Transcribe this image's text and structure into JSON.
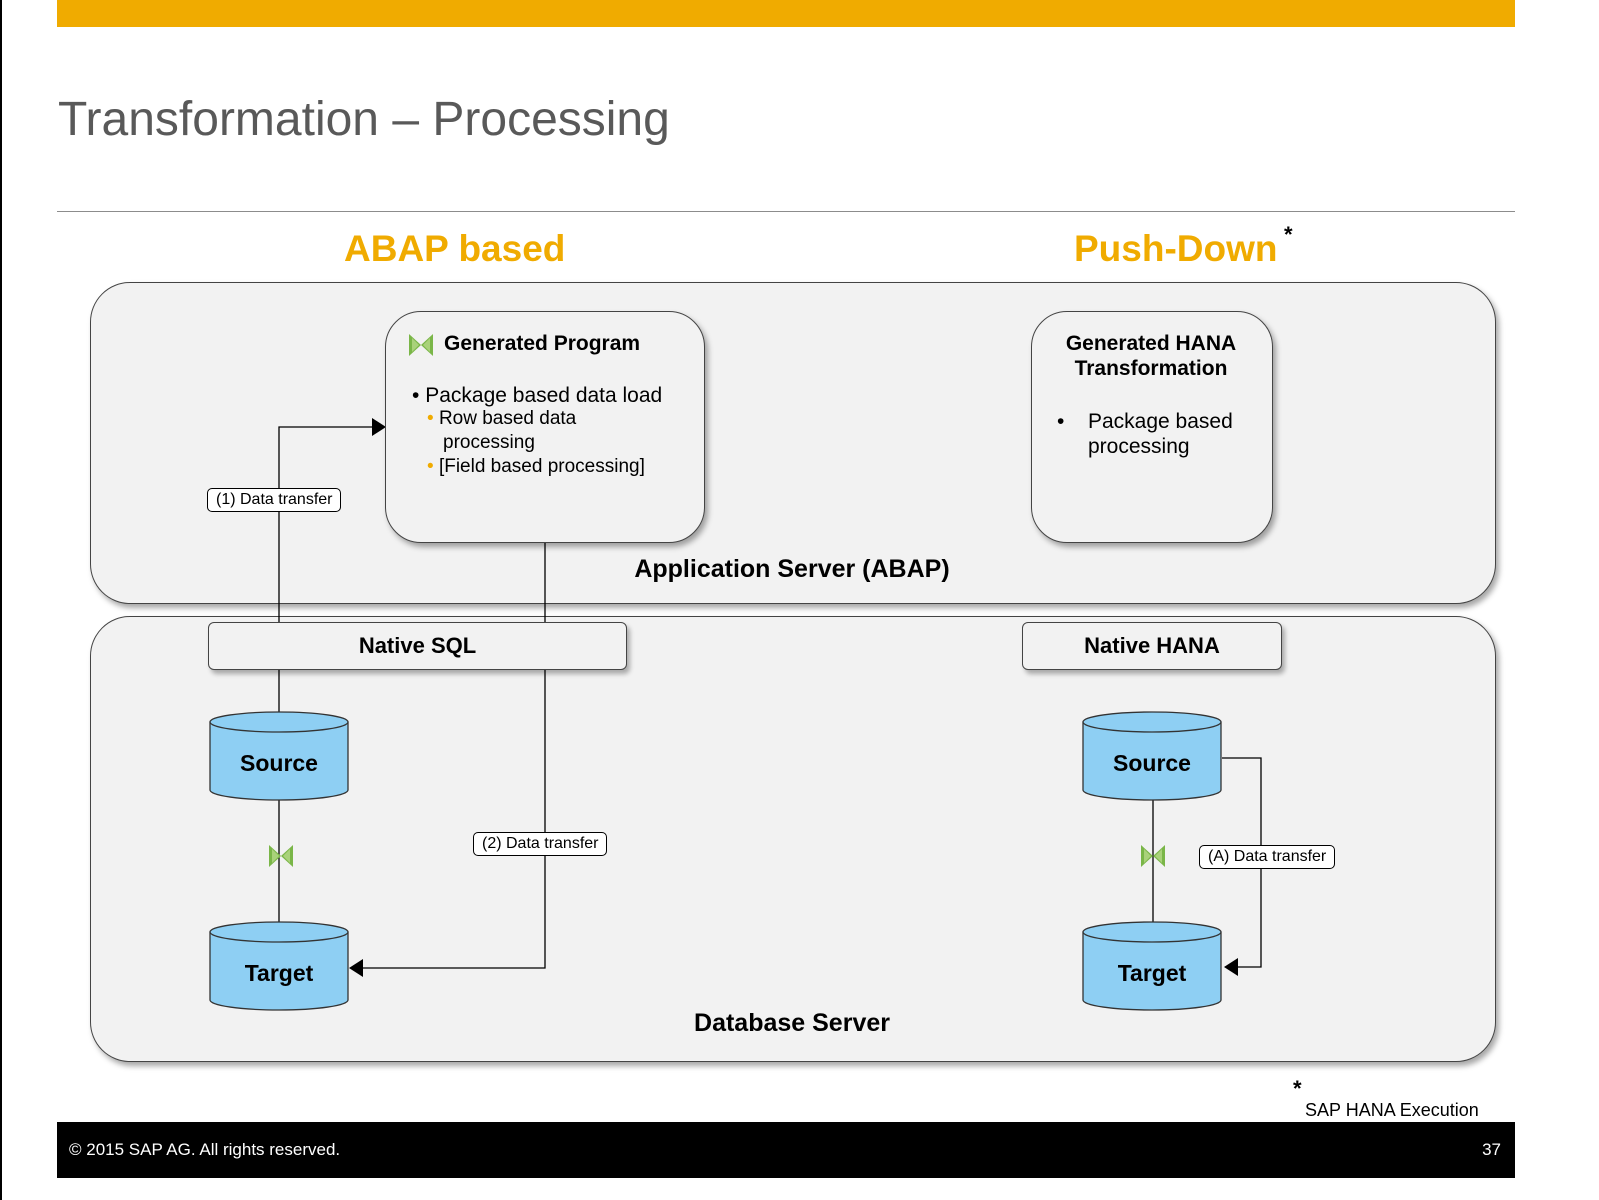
{
  "title": "Transformation – Processing",
  "sections": {
    "left_heading": "ABAP based",
    "right_heading": "Push-Down",
    "right_heading_mark": "*"
  },
  "app_server": {
    "label": "Application Server (ABAP)",
    "generated_program": {
      "title": "Generated Program",
      "bullet": "Package based data load",
      "sub_bullets": [
        "Row based data",
        "processing",
        "[Field based processing]"
      ]
    },
    "generated_hana": {
      "title_line1": "Generated HANA",
      "title_line2": "Transformation",
      "bullet_line1": "Package based",
      "bullet_line2": "processing"
    }
  },
  "db_server": {
    "label": "Database Server",
    "native_sql": "Native SQL",
    "native_hana": "Native HANA",
    "left_source": "Source",
    "left_target": "Target",
    "right_source": "Source",
    "right_target": "Target"
  },
  "transfers": {
    "t1": "(1) Data transfer",
    "t2": "(2) Data transfer",
    "tA": "(A) Data transfer"
  },
  "footnote": {
    "mark": "*",
    "text": "SAP HANA  Execution"
  },
  "footer": {
    "copyright": "©  2015 SAP AG. All rights reserved.",
    "page_number": "37"
  },
  "colors": {
    "accent": "#f0ab00",
    "cylinder": "#8ecff3",
    "transform_icon": "#7ab648"
  }
}
